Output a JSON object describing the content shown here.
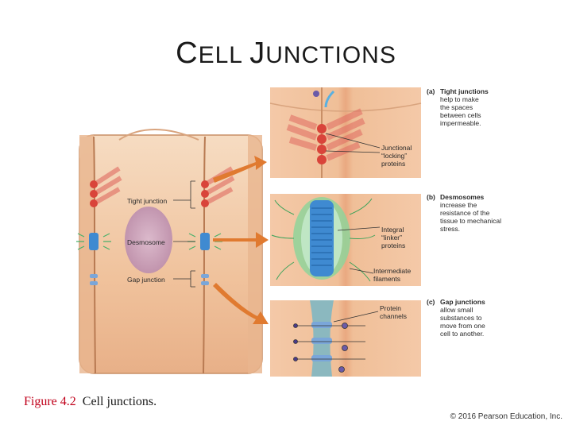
{
  "title": {
    "first_cap": "C",
    "first_rest": "ELL ",
    "second_cap": "J",
    "second_rest": "UNCTIONS"
  },
  "main_labels": {
    "tight": "Tight junction",
    "desmosome": "Desmosome",
    "gap": "Gap junction"
  },
  "panels": {
    "a": {
      "letter": "(a)",
      "heading": "Tight junctions",
      "text": "help to make\nthe spaces\nbetween cells\nimpermeable.",
      "callout": "Junctional\n“locking”\nproteins"
    },
    "b": {
      "letter": "(b)",
      "heading": "Desmosomes",
      "text": "increase the\nresistance of the\ntissue to mechanical\nstress.",
      "callout1": "Integral\n“linker”\nproteins",
      "callout2": "Intermediate\nfilaments"
    },
    "c": {
      "letter": "(c)",
      "heading": "Gap junctions",
      "text": "allow small\nsubstances to\nmove from one\ncell to another.",
      "callout": "Protein\nchannels"
    }
  },
  "caption": {
    "figure": "Figure 4.2",
    "text": "Cell junctions."
  },
  "copyright": "© 2016 Pearson Education, Inc.",
  "colors": {
    "cell": "#f2c9a6",
    "cell_edge": "#c98f66",
    "tight_protein": "#d9443a",
    "desmosome_blue": "#3f8ad1",
    "desmosome_green": "#8fd39a",
    "gap_channel": "#7aa6d9",
    "arrow": "#e07a30",
    "figure_red": "#c0001a"
  }
}
